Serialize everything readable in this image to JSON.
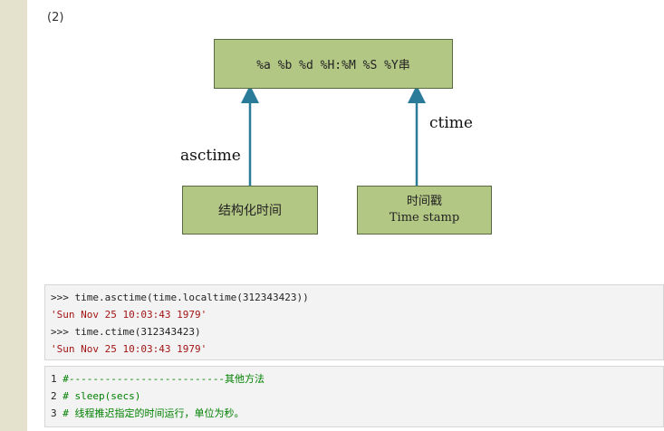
{
  "item_number": "(2)",
  "diagram": {
    "top_box": "%a %b %d %H:%M %S %Y串",
    "left_box": "结构化时间",
    "right_box_line1": "时间戳",
    "right_box_line2": "Time stamp",
    "left_arrow_label": "asctime",
    "right_arrow_label": "ctime",
    "colors": {
      "box_fill": "#b3c785",
      "arrow": "#2a7a9a"
    }
  },
  "code1": {
    "lines": [
      {
        "prefix": ">>> ",
        "text": "time.asctime(time.localtime(312343423))"
      },
      {
        "prefix": "",
        "text": "'Sun Nov 25 10:03:43 1979'"
      },
      {
        "prefix": ">>> ",
        "text": "time.ctime(312343423)"
      },
      {
        "prefix": "",
        "text": "'Sun Nov 25 10:03:43 1979'"
      }
    ]
  },
  "code2": {
    "lines": [
      {
        "num": "1",
        "text": "#--------------------------其他方法"
      },
      {
        "num": "2",
        "text": "# sleep(secs)"
      },
      {
        "num": "3",
        "text": "# 线程推迟指定的时间运行，单位为秒。"
      }
    ]
  }
}
